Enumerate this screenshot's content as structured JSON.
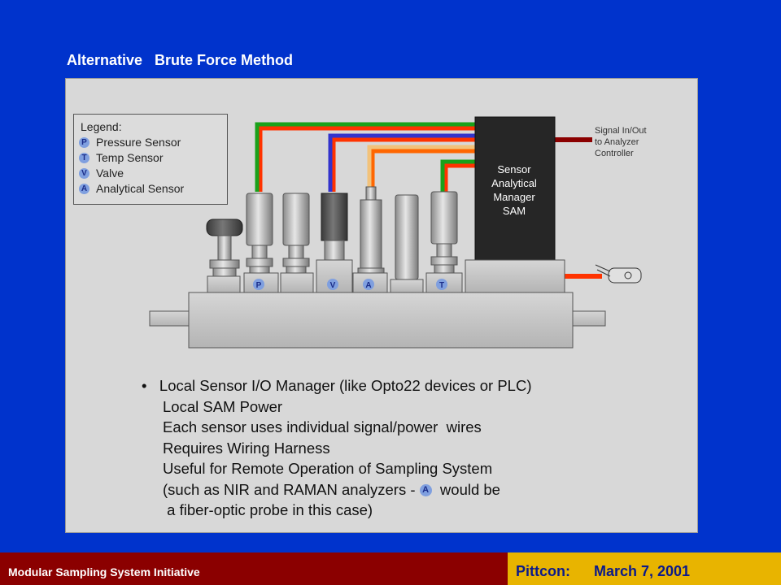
{
  "slide": {
    "title": "Alternative   Brute Force Method"
  },
  "legend": {
    "heading": "Legend:",
    "items": [
      {
        "badge": "P",
        "label": "Pressure Sensor"
      },
      {
        "badge": "T",
        "label": "Temp Sensor"
      },
      {
        "badge": "V",
        "label": "Valve"
      },
      {
        "badge": "A",
        "label": "Analytical Sensor"
      }
    ]
  },
  "signal": {
    "line1": "Signal In/Out",
    "line2": "to Analyzer",
    "line3": "Controller"
  },
  "sam": {
    "line1": "Sensor",
    "line2": "Analytical",
    "line3": "Manager",
    "line4": "SAM"
  },
  "block_labels": [
    "P",
    "V",
    "A",
    "T"
  ],
  "bullets": {
    "lines": [
      "Local Sensor I/O Manager (like Opto22 devices or PLC)",
      "Local SAM Power",
      "Each sensor uses individual signal/power  wires",
      "Requires Wiring Harness",
      "Useful for Remote Operation of Sampling System"
    ],
    "last_prefix": "(such as NIR and RAMAN analyzers - ",
    "last_badge": "A",
    "last_suffix": "  would be",
    "final_line": " a fiber-optic probe in this case)"
  },
  "footer": {
    "left": "Modular Sampling System Initiative",
    "event_label": "Pittcon:",
    "date": "March 7, 2001"
  },
  "colors": {
    "background": "#0033cc",
    "footer_left_bg": "#8b0000",
    "footer_right_bg": "#e8b400",
    "wire_green": "#1aa11a",
    "wire_red": "#ff3300",
    "wire_blue": "#3333cc",
    "wire_orange": "#ff6600"
  }
}
